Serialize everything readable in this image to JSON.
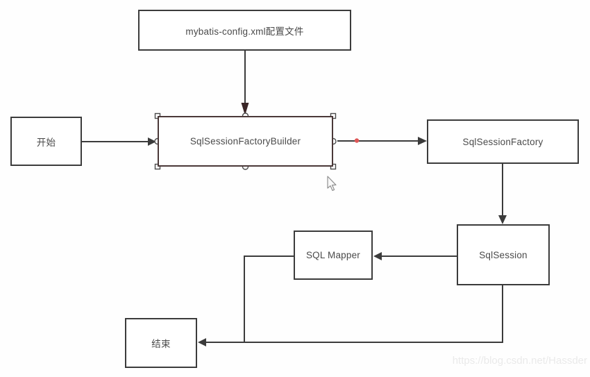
{
  "diagram": {
    "nodes": {
      "config": {
        "label": "mybatis-config.xml配置文件"
      },
      "start": {
        "label": "开始"
      },
      "builder": {
        "label": "SqlSessionFactoryBuilder",
        "selected": true
      },
      "factory": {
        "label": "SqlSessionFactory"
      },
      "session": {
        "label": "SqlSession"
      },
      "mapper": {
        "label": "SQL Mapper"
      },
      "end": {
        "label": "结束"
      }
    },
    "edges": [
      {
        "from": "config",
        "to": "builder"
      },
      {
        "from": "start",
        "to": "builder"
      },
      {
        "from": "builder",
        "to": "factory"
      },
      {
        "from": "factory",
        "to": "session"
      },
      {
        "from": "session",
        "to": "mapper"
      },
      {
        "from": "session",
        "to": "end"
      },
      {
        "from": "mapper",
        "to": "end"
      }
    ],
    "colors": {
      "line": "#3b3b3b",
      "node_border": "#3b3b3b",
      "selected_border": "#4a3838",
      "handle_border": "#4a4a4a",
      "waypoint_dot": "#de5757",
      "selection_arrow": "#3a2526",
      "text": "#4a4a4a"
    }
  },
  "watermark": {
    "text": "https://blog.csdn.net/Hassder",
    "color": "#eaeaea"
  }
}
